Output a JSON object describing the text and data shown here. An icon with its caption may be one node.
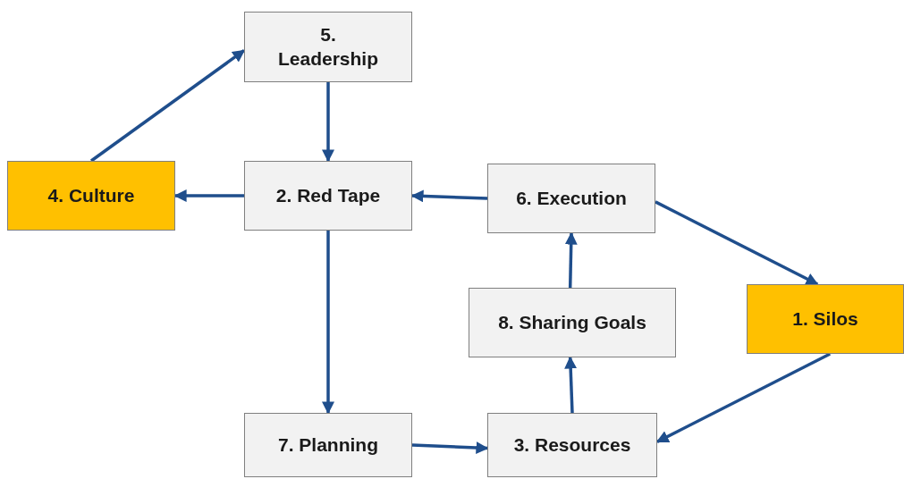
{
  "diagram": {
    "nodes": [
      {
        "text": [
          "5. Leadership"
        ]
      },
      {
        "text": [
          "4. Culture"
        ]
      },
      {
        "text": [
          "2. Red Tape"
        ]
      },
      {
        "text": [
          "6. Execution"
        ]
      },
      {
        "text": [
          "8. Sharing Goals"
        ]
      },
      {
        "text": [
          "1. Silos"
        ]
      },
      {
        "text": [
          "7. Planning"
        ]
      },
      {
        "text": [
          "3. Resources"
        ]
      }
    ],
    "edges": [
      {
        "from": 1,
        "to": 0,
        "arrow": "to"
      },
      {
        "from": 0,
        "to": 2,
        "arrow": "to"
      },
      {
        "from": 2,
        "to": 1,
        "arrow": "to"
      },
      {
        "from": 3,
        "to": 2,
        "arrow": "to"
      },
      {
        "from": 3,
        "to": 5,
        "arrow": "to"
      },
      {
        "from": 5,
        "to": 7,
        "arrow": "to"
      },
      {
        "from": 2,
        "to": 6,
        "arrow": "to"
      },
      {
        "from": 6,
        "to": 7,
        "arrow": "to"
      },
      {
        "from": 7,
        "to": 4,
        "arrow": "to"
      },
      {
        "from": 4,
        "to": 3,
        "arrow": "to"
      }
    ]
  }
}
